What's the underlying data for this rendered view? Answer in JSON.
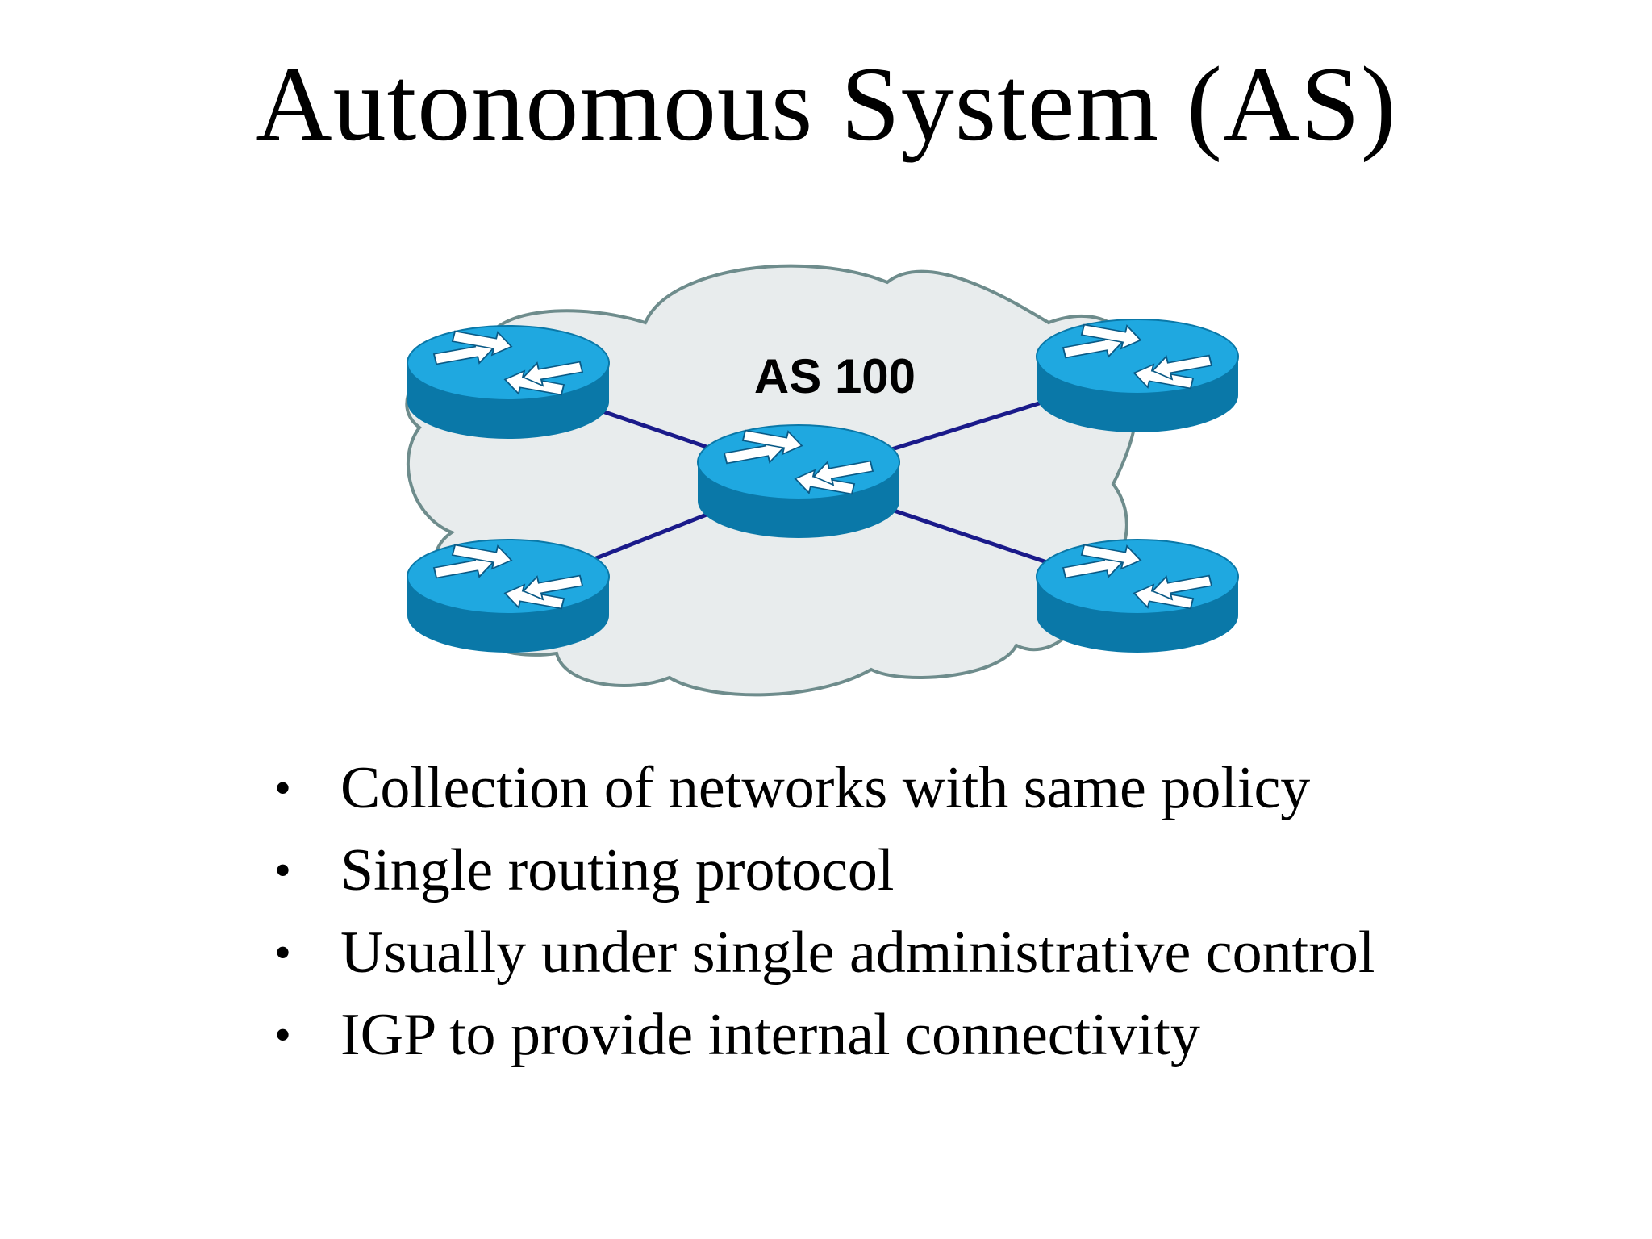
{
  "slide": {
    "title": "Autonomous System (AS)"
  },
  "diagram": {
    "cloud_label": "AS 100",
    "router_icon": "router-icon",
    "colors": {
      "cloud_fill": "#e8eced",
      "cloud_stroke": "#6e8c8c",
      "router_top": "#1fa8e0",
      "router_side": "#0a78a8",
      "link": "#1a1a8a"
    }
  },
  "bullets": [
    "Collection of networks with same policy",
    "Single routing protocol",
    "Usually under single administrative control",
    "IGP to provide internal connectivity"
  ]
}
